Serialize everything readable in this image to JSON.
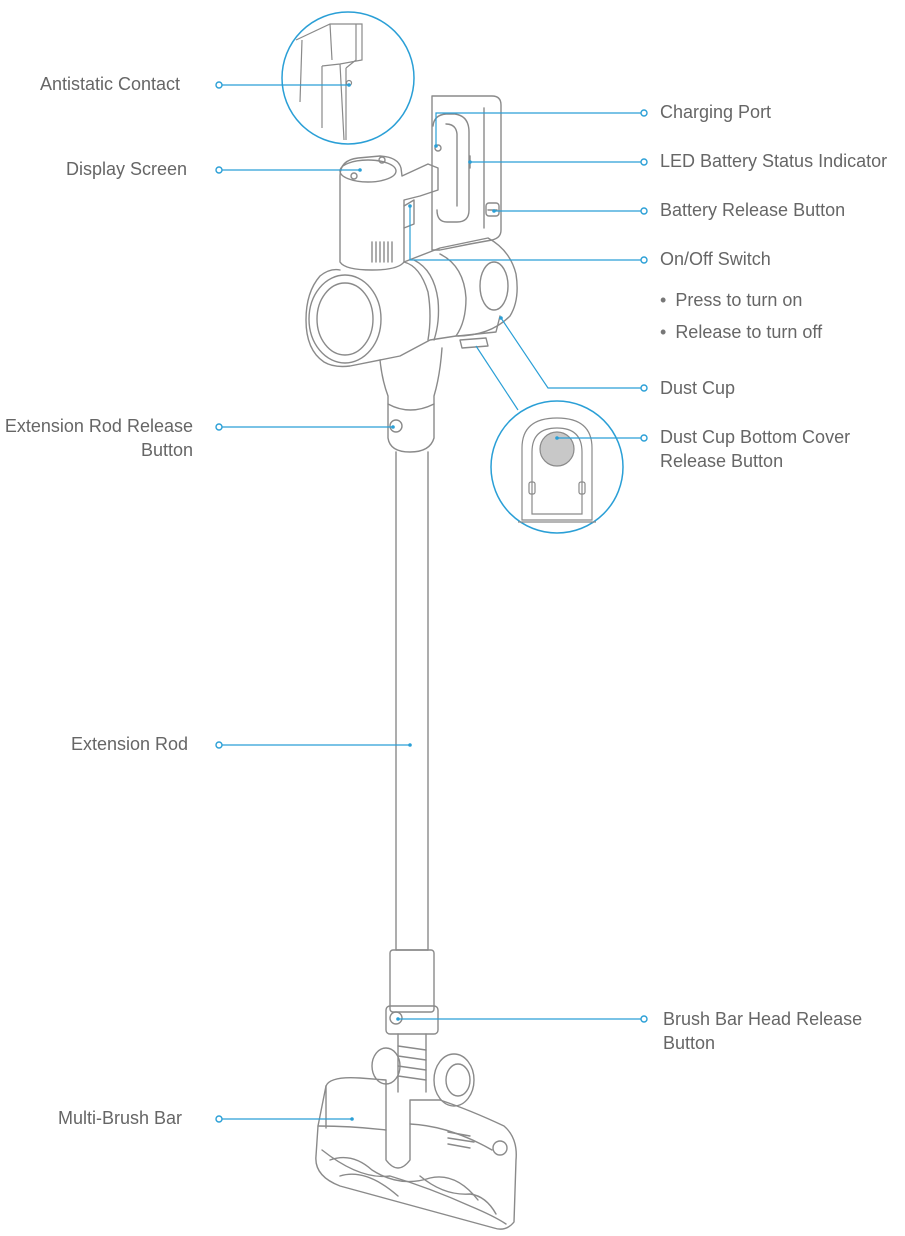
{
  "labels": {
    "antistatic_contact": "Antistatic Contact",
    "display_screen": "Display Screen",
    "extension_rod_release_button": "Extension Rod Release\nButton",
    "extension_rod": "Extension Rod",
    "multi_brush_bar": "Multi-Brush Bar",
    "charging_port": "Charging Port",
    "led_battery_status_indicator": "LED Battery Status Indicator",
    "battery_release_button": "Battery Release Button",
    "on_off_switch": "On/Off Switch",
    "on_off_switch_notes": [
      "Press to turn on",
      "Release to turn off"
    ],
    "dust_cup": "Dust Cup",
    "dust_cup_bottom_cover_release_button": "Dust Cup Bottom Cover\nRelease Button",
    "brush_bar_head_release_button": "Brush Bar Head Release\nButton"
  },
  "colors": {
    "callout": "#2a9fd6",
    "outline": "#8a8a8a",
    "text": "#666666",
    "highlight_fill": "#c8c8c8"
  }
}
